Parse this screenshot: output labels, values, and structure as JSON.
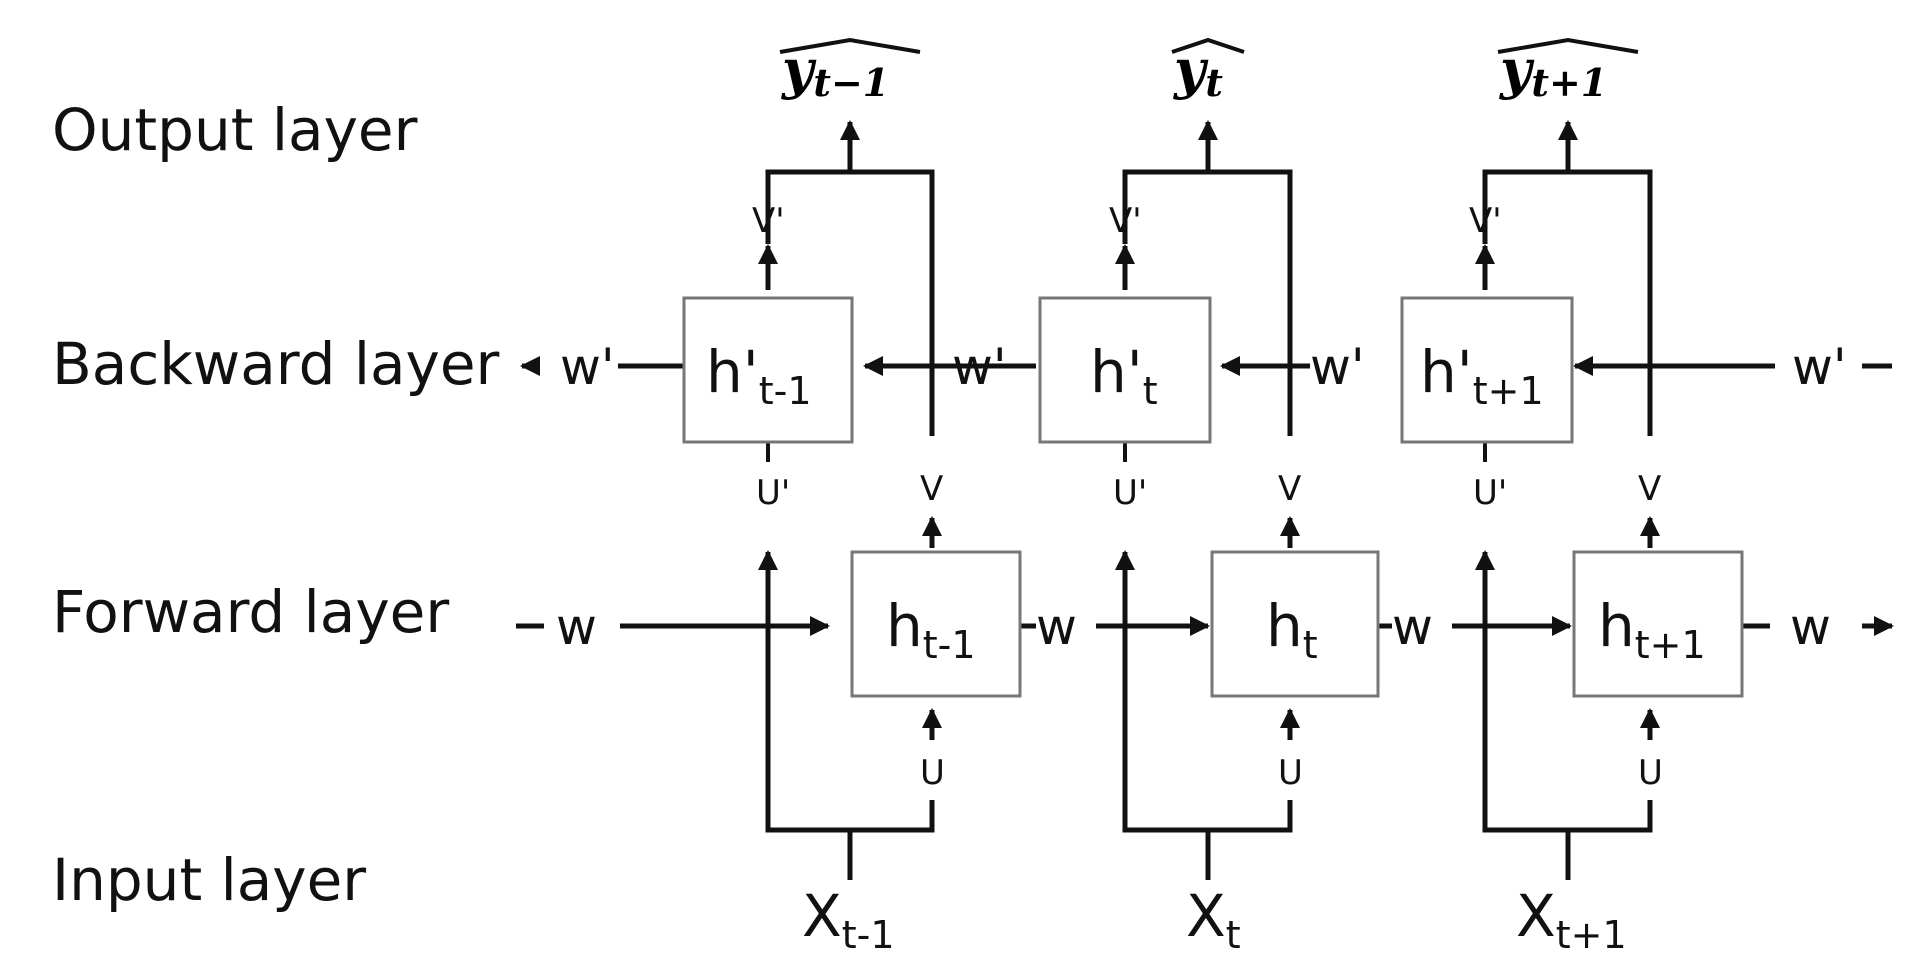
{
  "layers": {
    "output": "Output layer",
    "backward": "Backward layer",
    "forward": "Forward layer",
    "input": "Input layer"
  },
  "outputs": [
    {
      "base": "y",
      "sub": "t−1"
    },
    {
      "base": "y",
      "sub": "t"
    },
    {
      "base": "y",
      "sub": "t+1"
    }
  ],
  "backward_nodes": [
    {
      "base": "h'",
      "sub": "t-1"
    },
    {
      "base": "h'",
      "sub": "t"
    },
    {
      "base": "h'",
      "sub": "t+1"
    }
  ],
  "forward_nodes": [
    {
      "base": "h",
      "sub": "t-1"
    },
    {
      "base": "h",
      "sub": "t"
    },
    {
      "base": "h",
      "sub": "t+1"
    }
  ],
  "inputs": [
    {
      "base": "X",
      "sub": "t-1"
    },
    {
      "base": "X",
      "sub": "t"
    },
    {
      "base": "X",
      "sub": "t+1"
    }
  ],
  "weights": {
    "w": "w",
    "w_prime": "w'",
    "u": "U",
    "u_prime": "U'",
    "v": "V",
    "v_prime": "V'"
  }
}
